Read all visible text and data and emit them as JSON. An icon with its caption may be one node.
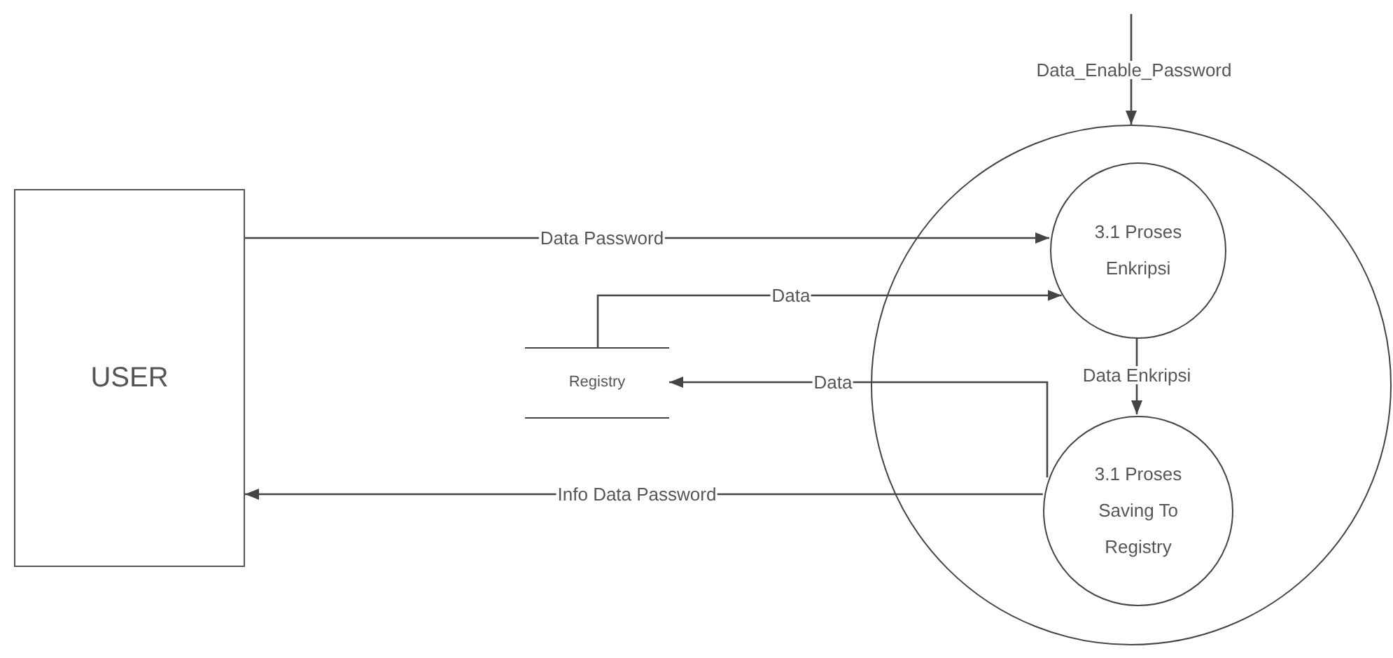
{
  "diagram": {
    "nodes": [
      {
        "text": [
          "USER"
        ]
      },
      {
        "text": [
          "Registry"
        ]
      },
      {
        "text": [],
        "shape": "circle"
      },
      {
        "text": [
          "3.1 Proses Enkripsi"
        ],
        "in": 2
      },
      {
        "text": [
          "3.1 Proses Saving To Registry"
        ],
        "in": 2
      }
    ],
    "edges": [
      {
        "from": 0,
        "to": 3,
        "arrow": "to",
        "label": "Data Password"
      },
      {
        "from": 1,
        "to": 3,
        "arrow": "to",
        "label": "Data"
      },
      {
        "from": 4,
        "to": 1,
        "arrow": "to",
        "label": "Data"
      },
      {
        "from": 3,
        "to": 4,
        "arrow": "to",
        "label": "Data Enkripsi"
      },
      {
        "from": 4,
        "to": 0,
        "arrow": "to",
        "label": "Info Data Password"
      },
      {
        "from": null,
        "to": 2,
        "arrow": "to",
        "label": "Data_Enable_Password"
      }
    ]
  }
}
